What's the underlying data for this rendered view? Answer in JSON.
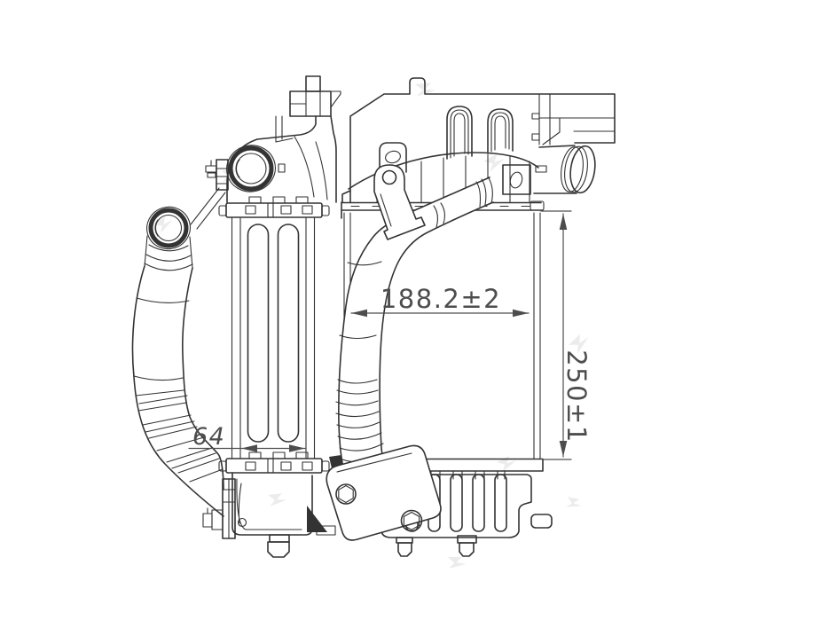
{
  "drawing": {
    "kind": "technical-part-drawing",
    "background": "#ffffff",
    "line_color": "#333333",
    "dimension_color": "#4d4d4d",
    "watermark_color": "#ececec",
    "dimensions": {
      "width": "188.2±2",
      "height": "250±1",
      "core_depth": "64"
    }
  }
}
